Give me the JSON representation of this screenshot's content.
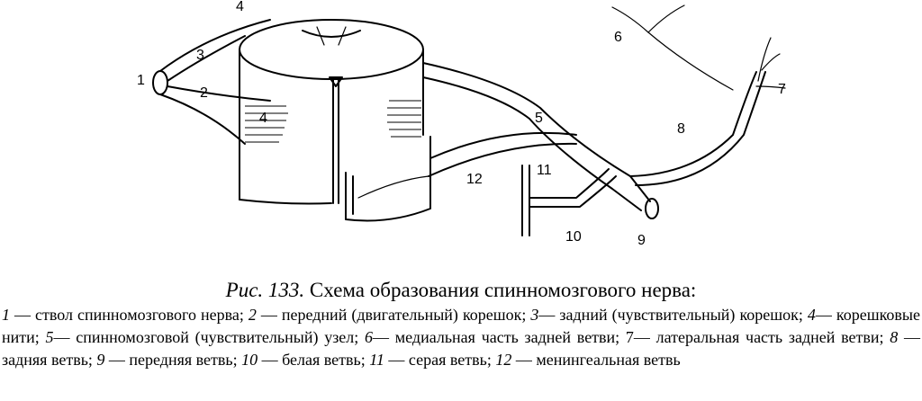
{
  "figure": {
    "labels": {
      "l1": "1",
      "l2": "2",
      "l3": "3",
      "l4_top": "4",
      "l4_mid": "4",
      "l5": "5",
      "l6": "6",
      "l7": "7",
      "l8": "8",
      "l9": "9",
      "l10": "10",
      "l11": "11",
      "l12": "12"
    }
  },
  "caption": {
    "fig_number": "Рис. 133.",
    "title": "Схема образования спинномозгового нерва:"
  },
  "legend": [
    {
      "num": "1",
      "text": " — ствол спинномозгового нерва; "
    },
    {
      "num": "2",
      "text": " — передний (двигательный) корешок; "
    },
    {
      "num": "3",
      "text": "— задний (чувствительный) корешок; "
    },
    {
      "num": "4",
      "text": "— корешковые нити; "
    },
    {
      "num": "5",
      "text": "— спинномозговой (чувствительный) узел; "
    },
    {
      "num": "6",
      "text": "— медиальная часть задней ветви; "
    },
    {
      "num": "7",
      "text": "— латеральная часть задней ветви; "
    },
    {
      "num": "8",
      "text": " — задняя ветвь; "
    },
    {
      "num": "9",
      "text": " — передняя ветвь; "
    },
    {
      "num": "10",
      "text": " — белая ветвь; "
    },
    {
      "num": "11",
      "text": " — серая ветвь; "
    },
    {
      "num": "12",
      "text": " — менингеальная ветвь"
    }
  ]
}
